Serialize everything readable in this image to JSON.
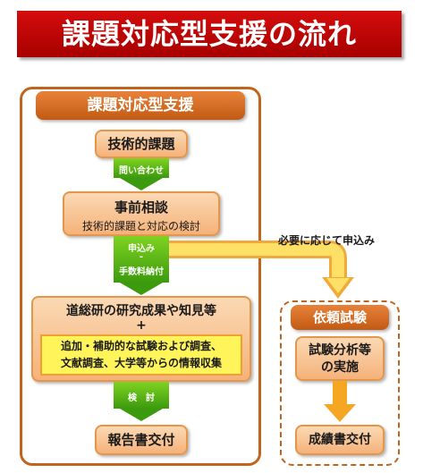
{
  "title": "課題対応型支援の流れ",
  "left": {
    "header": "課題対応型支援",
    "step1": "技術的課題",
    "arrow1": "問い合わせ",
    "step2_title": "事前相談",
    "step2_sub": "技術的課題と対応の検討",
    "arrow2_line1": "申込み",
    "arrow2_line2": "-",
    "arrow2_line3": "手数料納付",
    "step3_title": "道総研の研究成果や知見等",
    "step3_plus": "+",
    "step3_inner_line1": "追加・補助的な試験および調査、",
    "step3_inner_line2": "文献調査、大学等からの情報収集",
    "arrow3": "検　討",
    "step4": "報告書交付"
  },
  "connector_label": "必要に応じて申込み",
  "right": {
    "header": "依頼試験",
    "step1_line1": "試験分析等",
    "step1_line2": "の実施",
    "step2": "成績書交付"
  },
  "colors": {
    "title_red": "#c00000",
    "orange": "#d9711f",
    "green": "#5cb615",
    "yellow": "#fff45a"
  }
}
